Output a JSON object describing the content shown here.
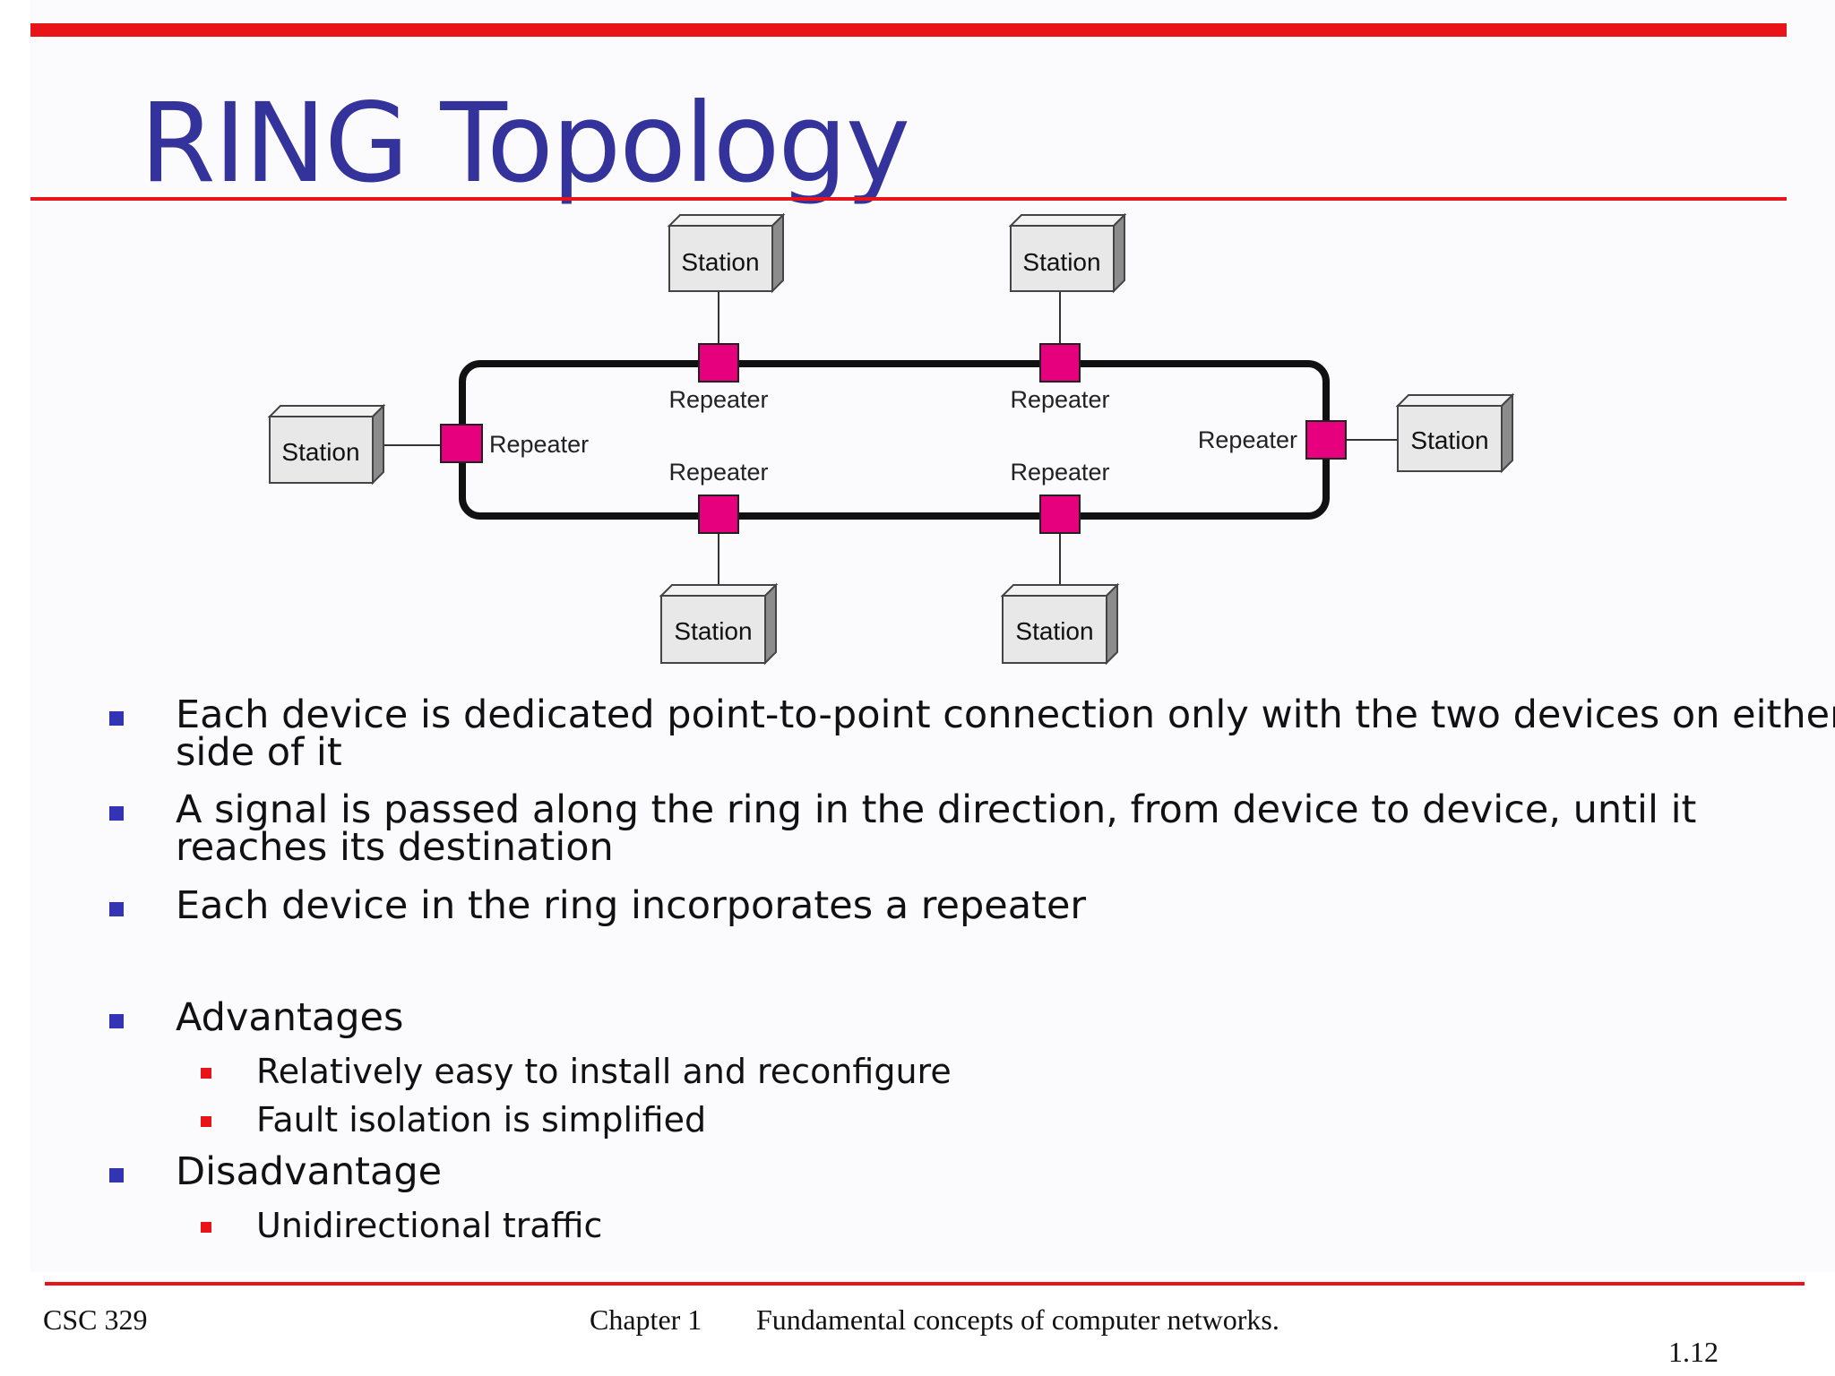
{
  "slide": {
    "title": "RING Topology"
  },
  "diagram": {
    "station_label": "Station",
    "repeater_label": "Repeater",
    "colors": {
      "ring": "#111111",
      "repeater": "#e6007e",
      "station_face": "#e8e8e8",
      "station_side": "#8c8c8c"
    }
  },
  "bullets": {
    "b1_line1": "Each device is dedicated point-to-point connection only with the two devices on either",
    "b1_line2": "side of it",
    "b2_line1": "A signal is passed along the ring in the direction, from device to device, until it",
    "b2_line2": "reaches its destination",
    "b3": "Each device in the ring incorporates a repeater",
    "advantages": "Advantages",
    "adv1": "Relatively easy to install and reconfigure",
    "adv2": "Fault isolation is simplified",
    "disadvantage": "Disadvantage",
    "dis1": "Unidirectional traffic"
  },
  "footer": {
    "course": "CSC 329",
    "chapter": "Chapter 1",
    "chapter_title": "Fundamental concepts of computer networks.",
    "slide_number": "1.12"
  },
  "colors": {
    "title": "#33339b",
    "rule": "#e8141a",
    "bullet_l1": "#3333b3",
    "bullet_l2": "#e8141a"
  }
}
